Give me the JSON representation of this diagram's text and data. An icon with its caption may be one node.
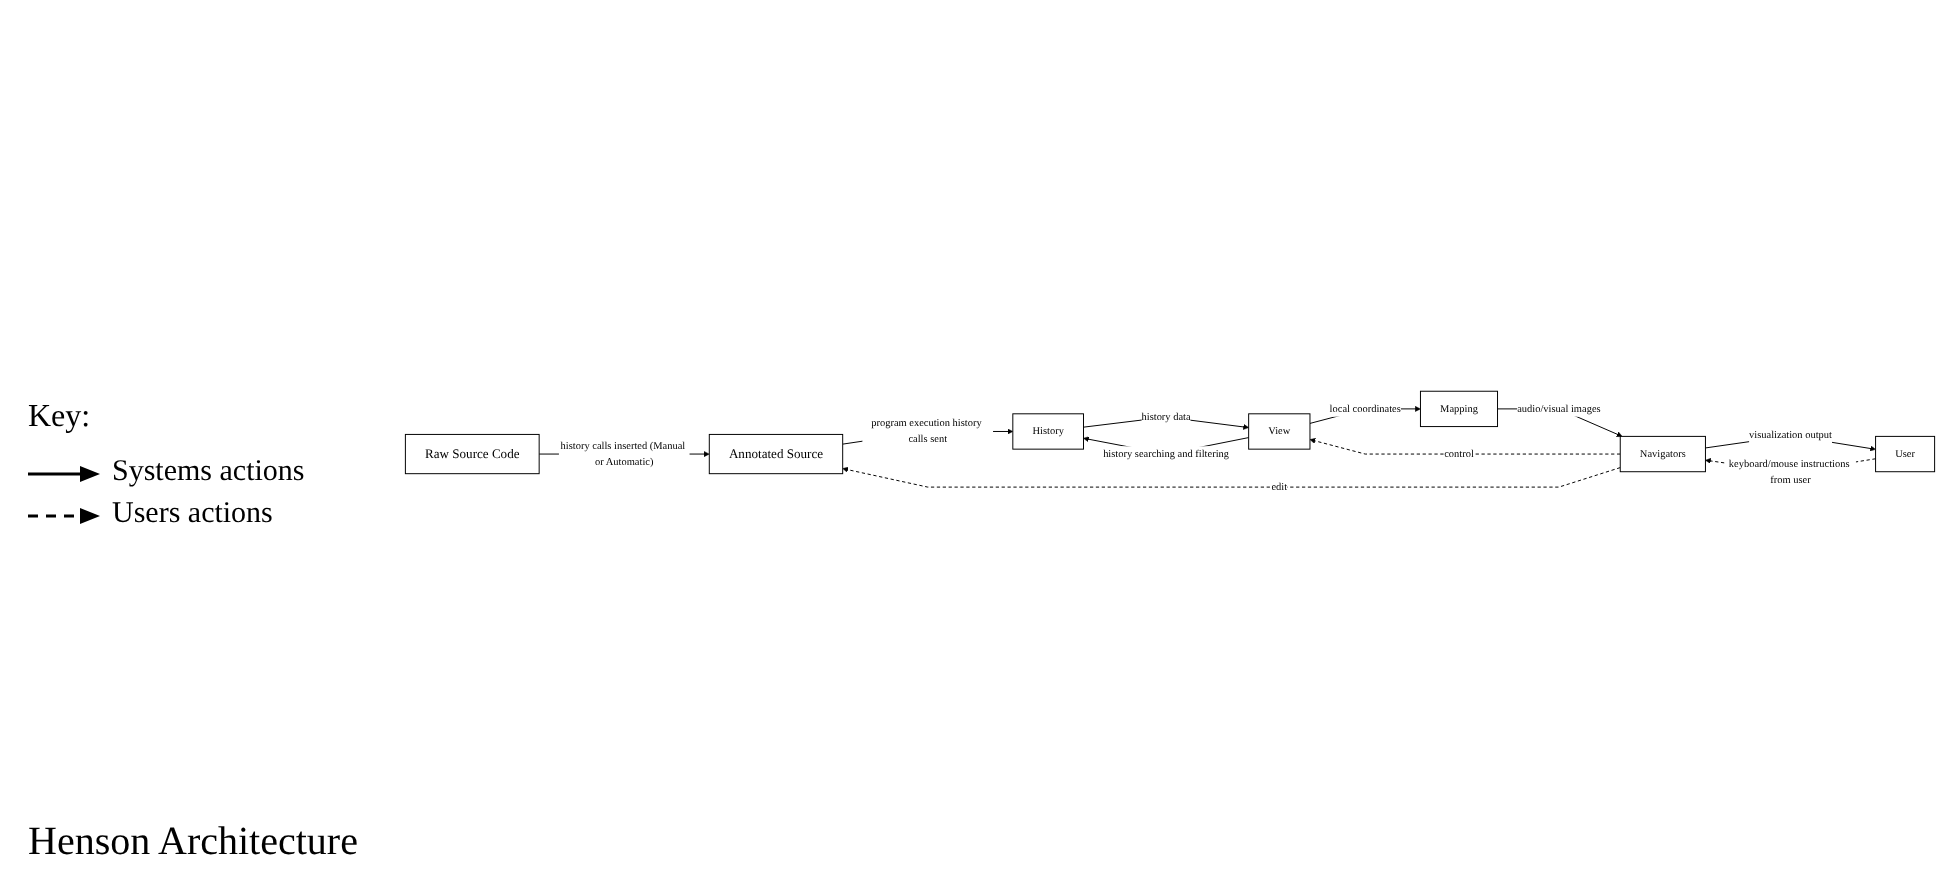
{
  "diagram": {
    "caption": "Henson Architecture",
    "nodes": [
      {
        "text": [
          "Raw Source Code"
        ]
      },
      {
        "text": [
          "Annotated Source"
        ]
      },
      {
        "text": [
          "History"
        ]
      },
      {
        "text": [
          "View"
        ]
      },
      {
        "text": [
          "Mapping"
        ]
      },
      {
        "text": [
          "Navigators"
        ]
      },
      {
        "text": [
          "User"
        ]
      }
    ],
    "edges": [
      {
        "from": 0,
        "to": 1,
        "arrow": "to",
        "label": "history calls inserted (Manual or Automatic)"
      },
      {
        "from": 1,
        "to": 2,
        "arrow": "to",
        "label": "program execution history calls sent"
      },
      {
        "from": 3,
        "to": 2,
        "arrow": "to",
        "label": "history searching and filtering"
      },
      {
        "from": 2,
        "to": 3,
        "arrow": "to",
        "label": "history data"
      },
      {
        "from": 3,
        "to": 4,
        "arrow": "to",
        "label": "local coordinates"
      },
      {
        "from": 4,
        "to": 5,
        "arrow": "to",
        "label": "audio/visual images"
      },
      {
        "from": 5,
        "to": 6,
        "arrow": "to",
        "label": "visualization output"
      },
      {
        "from": 6,
        "to": 5,
        "arrow": "to",
        "label": "keyboard/mouse instructions from user",
        "style": "dashed"
      },
      {
        "from": 5,
        "to": 1,
        "arrow": "to",
        "label": "edit",
        "style": "dashed"
      },
      {
        "from": 5,
        "to": 3,
        "arrow": "to",
        "label": "control",
        "style": "dashed"
      }
    ],
    "labels": [
      "Key:"
    ],
    "legend": [
      {
        "text": "Systems actions"
      },
      {
        "text": "Users actions"
      }
    ]
  }
}
